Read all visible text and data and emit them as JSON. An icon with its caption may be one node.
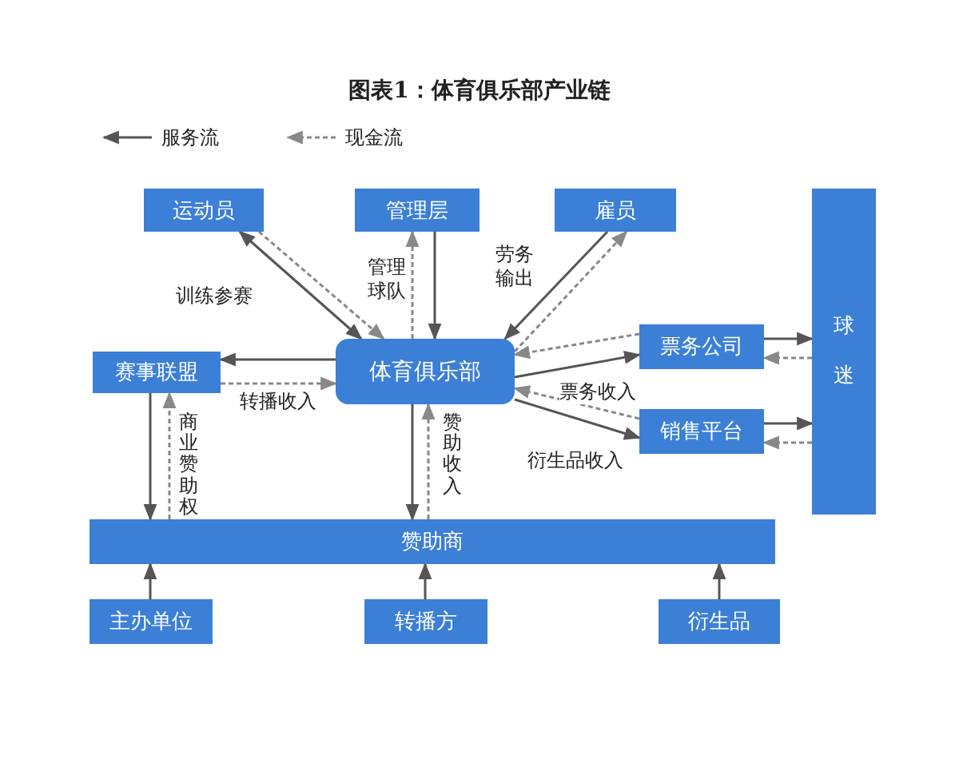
{
  "diagram": {
    "title": "图表1：体育俱乐部产业链",
    "nodes": [
      {
        "text": [
          "运动员"
        ]
      },
      {
        "text": [
          "管理层"
        ]
      },
      {
        "text": [
          "雇员"
        ]
      },
      {
        "text": [
          "赛事联盟"
        ]
      },
      {
        "text": [
          "体育俱乐部"
        ]
      },
      {
        "text": [
          "票务公司"
        ]
      },
      {
        "text": [
          "销售平台"
        ]
      },
      {
        "text": [
          "球迷"
        ]
      },
      {
        "text": [
          "赞助商"
        ]
      },
      {
        "text": [
          "主办单位"
        ]
      },
      {
        "text": [
          "转播方"
        ]
      },
      {
        "text": [
          "衍生品"
        ]
      }
    ],
    "edges": [
      {
        "from": 0,
        "to": 4,
        "arrow": "both",
        "label": "训练参赛"
      },
      {
        "from": 0,
        "to": 4,
        "arrow": "to",
        "style": "dashed"
      },
      {
        "from": 1,
        "to": 4,
        "arrow": "to"
      },
      {
        "from": 4,
        "to": 1,
        "arrow": "to",
        "style": "dashed",
        "label": "管理球队"
      },
      {
        "from": 2,
        "to": 4,
        "arrow": "to",
        "label": "劳务输出"
      },
      {
        "from": 4,
        "to": 2,
        "arrow": "to",
        "style": "dashed"
      },
      {
        "from": 4,
        "to": 3,
        "arrow": "to"
      },
      {
        "from": 3,
        "to": 4,
        "arrow": "to",
        "style": "dashed",
        "label": "转播收入"
      },
      {
        "from": 4,
        "to": 5,
        "arrow": "to",
        "label": "票务收入"
      },
      {
        "from": 5,
        "to": 4,
        "arrow": "to",
        "style": "dashed"
      },
      {
        "from": 4,
        "to": 6,
        "arrow": "to",
        "label": "衍生品收入"
      },
      {
        "from": 6,
        "to": 4,
        "arrow": "to",
        "style": "dashed"
      },
      {
        "from": 5,
        "to": 7,
        "arrow": "to"
      },
      {
        "from": 7,
        "to": 5,
        "arrow": "to",
        "style": "dashed"
      },
      {
        "from": 6,
        "to": 7,
        "arrow": "to"
      },
      {
        "from": 7,
        "to": 6,
        "arrow": "to",
        "style": "dashed"
      },
      {
        "from": 3,
        "to": 8,
        "arrow": "to"
      },
      {
        "from": 8,
        "to": 3,
        "arrow": "to",
        "style": "dashed",
        "label": "商业赞助权"
      },
      {
        "from": 4,
        "to": 8,
        "arrow": "to"
      },
      {
        "from": 8,
        "to": 4,
        "arrow": "to",
        "style": "dashed",
        "label": "赞助收入"
      },
      {
        "from": 9,
        "to": 8,
        "arrow": "to"
      },
      {
        "from": 10,
        "to": 8,
        "arrow": "to"
      },
      {
        "from": 11,
        "to": 8,
        "arrow": "to"
      }
    ],
    "legend": [
      {
        "text": "服务流"
      },
      {
        "text": "现金流"
      }
    ]
  }
}
